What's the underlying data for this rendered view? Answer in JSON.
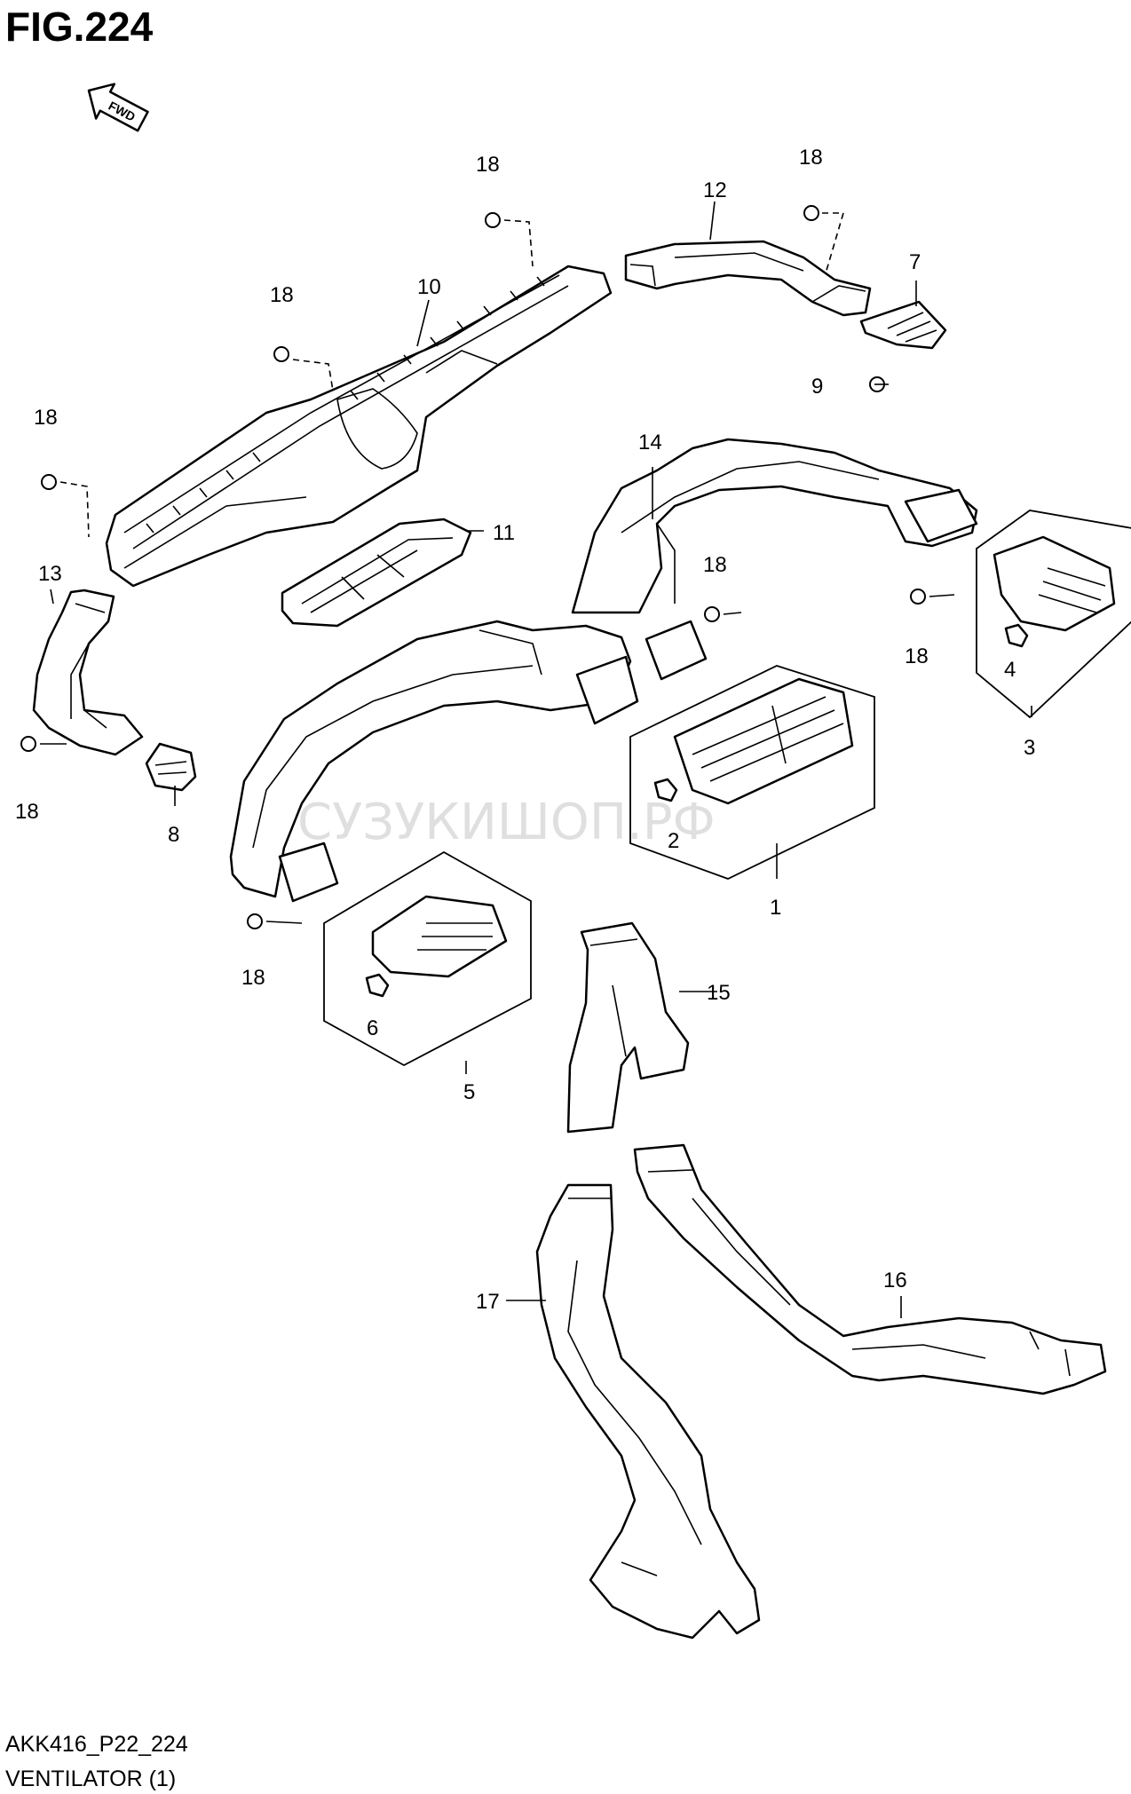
{
  "figure": {
    "title": "FIG.224",
    "fwd_label": "FWD",
    "code": "AKK416_P22_224",
    "name": "VENTILATOR (1)",
    "watermark": "СУЗУКИШОП.РФ"
  },
  "callouts": [
    {
      "id": "p1",
      "text": "1"
    },
    {
      "id": "p2",
      "text": "2"
    },
    {
      "id": "p3",
      "text": "3"
    },
    {
      "id": "p4",
      "text": "4"
    },
    {
      "id": "p5",
      "text": "5"
    },
    {
      "id": "p6",
      "text": "6"
    },
    {
      "id": "p7",
      "text": "7"
    },
    {
      "id": "p8",
      "text": "8"
    },
    {
      "id": "p9",
      "text": "9"
    },
    {
      "id": "p10",
      "text": "10"
    },
    {
      "id": "p11",
      "text": "11"
    },
    {
      "id": "p12",
      "text": "12"
    },
    {
      "id": "p13",
      "text": "13"
    },
    {
      "id": "p14",
      "text": "14"
    },
    {
      "id": "p15",
      "text": "15"
    },
    {
      "id": "p16",
      "text": "16"
    },
    {
      "id": "p17",
      "text": "17"
    },
    {
      "id": "p18a",
      "text": "18"
    },
    {
      "id": "p18b",
      "text": "18"
    },
    {
      "id": "p18c",
      "text": "18"
    },
    {
      "id": "p18d",
      "text": "18"
    },
    {
      "id": "p18e",
      "text": "18"
    },
    {
      "id": "p18f",
      "text": "18"
    },
    {
      "id": "p18g",
      "text": "18"
    },
    {
      "id": "p18h",
      "text": "18"
    }
  ]
}
